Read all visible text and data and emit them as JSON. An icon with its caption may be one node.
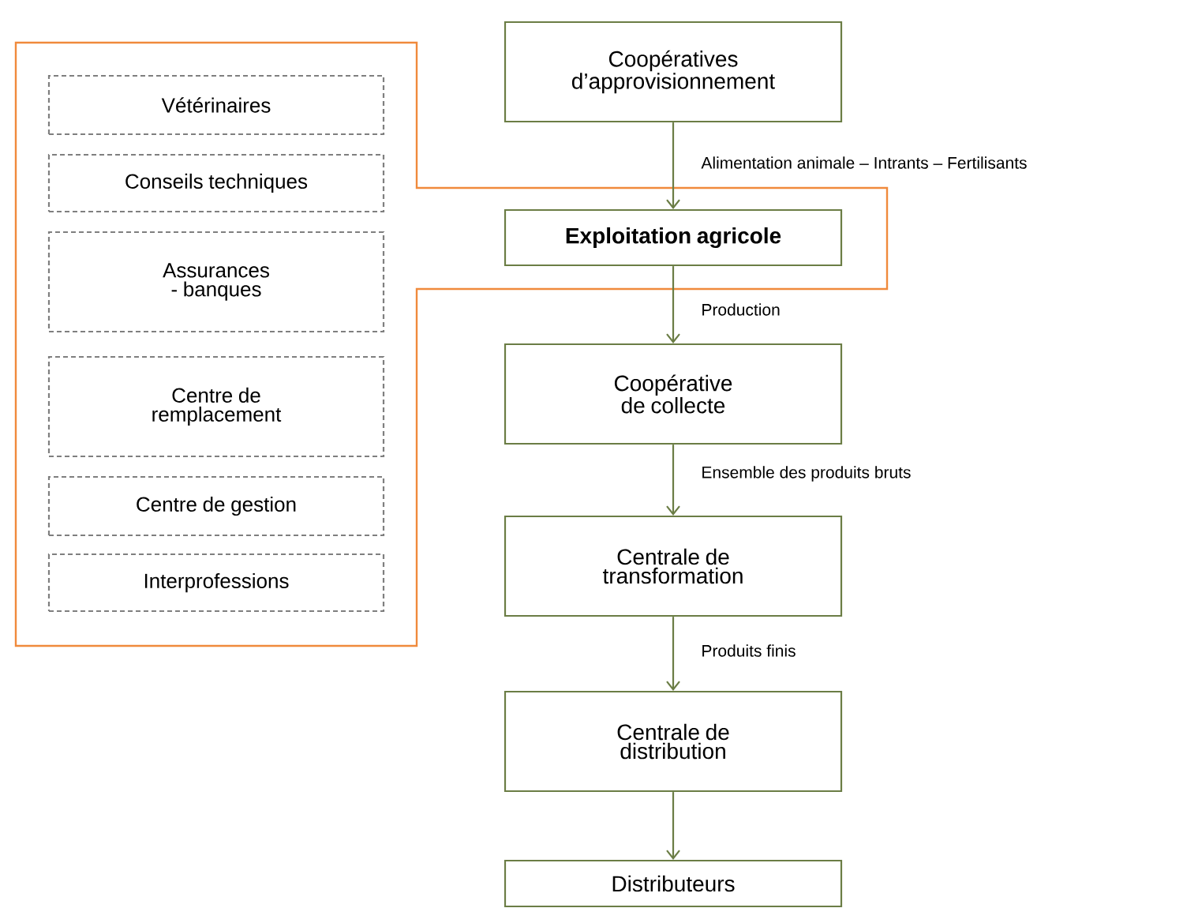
{
  "diagram": {
    "nodes": [
      {
        "text": [],
        "shape": "box"
      },
      {
        "text": [
          "Coopératives d’approvisionnement"
        ]
      },
      {
        "text": [
          "Exploitation agricole"
        ],
        "in": 0
      },
      {
        "text": [
          "Coopérative de collecte"
        ]
      },
      {
        "text": [
          "Centrale de transformation"
        ]
      },
      {
        "text": [
          "Centrale de distribution"
        ]
      },
      {
        "text": [
          "Distributeurs"
        ]
      },
      {
        "text": [
          "Vétérinaires"
        ],
        "in": 0
      },
      {
        "text": [
          "Conseils techniques"
        ],
        "in": 0
      },
      {
        "text": [
          "Assurances - banques"
        ],
        "in": 0
      },
      {
        "text": [
          "Centre de remplacement"
        ],
        "in": 0
      },
      {
        "text": [
          "Centre de gestion"
        ],
        "in": 0
      },
      {
        "text": [
          "Interprofessions"
        ],
        "in": 0
      }
    ],
    "edges": [
      {
        "from": 1,
        "to": 2,
        "arrow": "to",
        "label": "Alimentation animale – Intrants – Fertilisants"
      },
      {
        "from": 2,
        "to": 3,
        "arrow": "to",
        "label": "Production"
      },
      {
        "from": 3,
        "to": 4,
        "arrow": "to",
        "label": "Ensemble des produits bruts"
      },
      {
        "from": 4,
        "to": 5,
        "arrow": "to",
        "label": "Produits finis"
      },
      {
        "from": 5,
        "to": 6,
        "arrow": "to"
      }
    ]
  }
}
